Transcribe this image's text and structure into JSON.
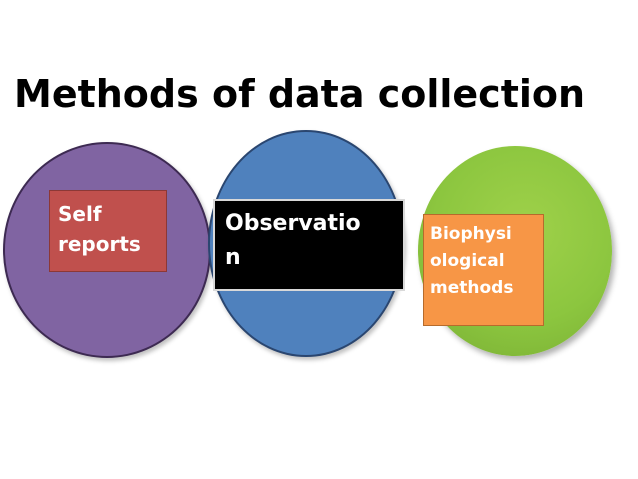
{
  "title": "Methods of data collection",
  "colors": {
    "self_reports_circle": "#8064a2",
    "observation_circle": "#4f81bd",
    "biophysiological_circle": "#8cc63f",
    "self_reports_box": "#c0504d",
    "observation_box": "#000000",
    "biophysiological_box": "#f79646"
  },
  "methods": [
    {
      "label": "Self\nreports"
    },
    {
      "label": "Observatio\nn"
    },
    {
      "label": "Biophysi\nological\nmethods"
    }
  ]
}
